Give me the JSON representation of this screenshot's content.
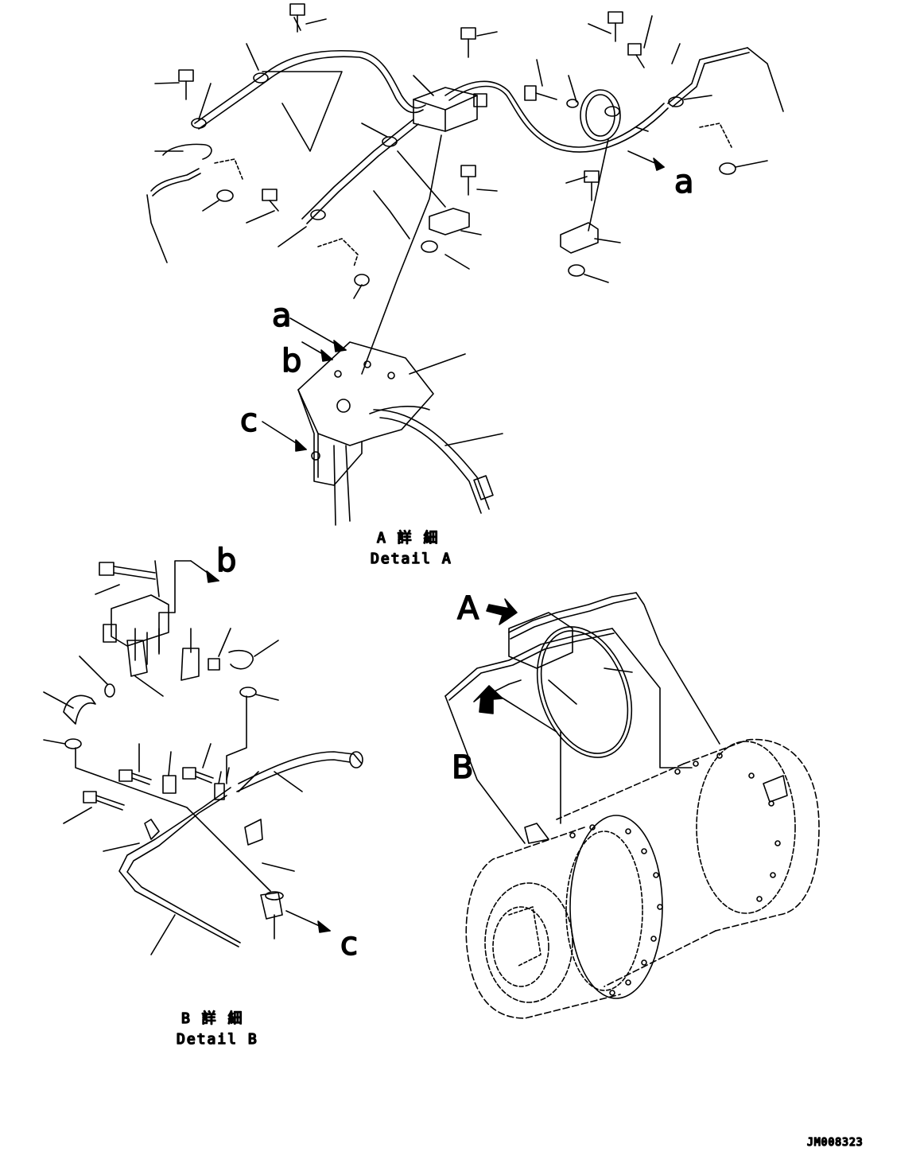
{
  "labels": {
    "view_a_top": "a",
    "view_a_left": "a",
    "view_b_left": "b",
    "view_c_left": "c",
    "detail_b_b": "b",
    "detail_b_c": "c",
    "main_A": "A",
    "main_B": "B"
  },
  "captions": {
    "detail_a_jp": "A 詳 細",
    "detail_a_en": "Detail A",
    "detail_b_jp": "B 詳 細",
    "detail_b_en": "Detail B"
  },
  "drawing_number": "JM008323"
}
